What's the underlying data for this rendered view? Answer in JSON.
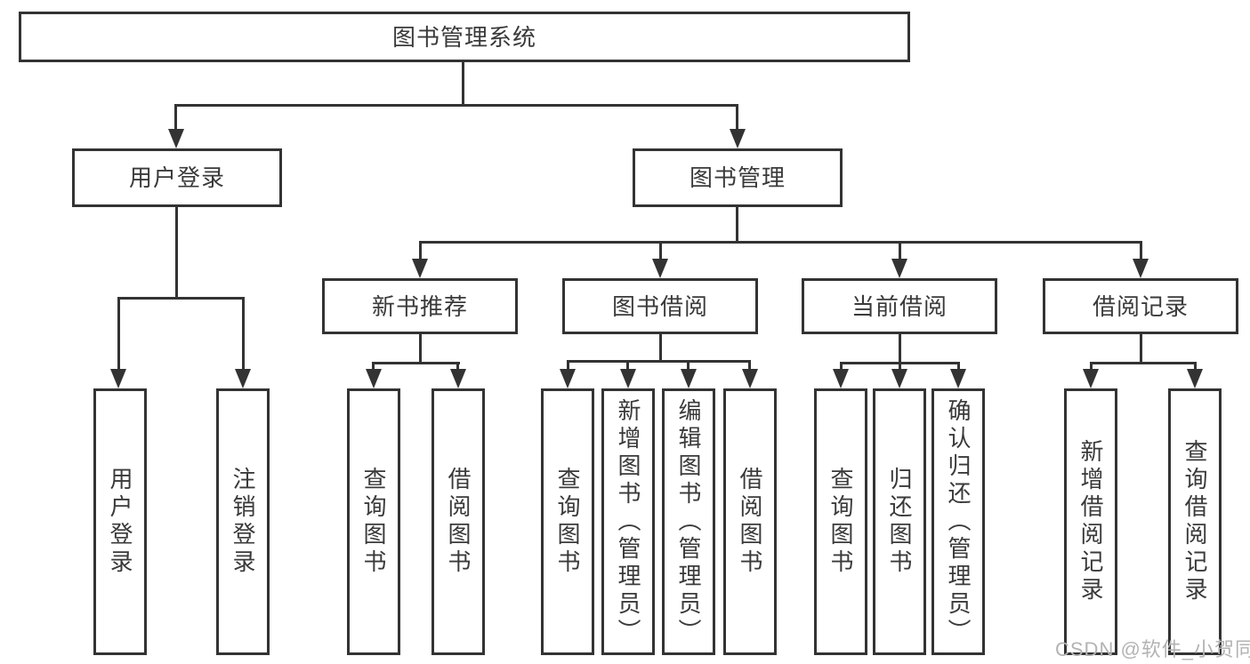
{
  "diagram": {
    "root": {
      "label": "图书管理系统"
    },
    "branches": [
      {
        "label": "用户登录",
        "children": [
          "用户登录",
          "注销登录"
        ]
      },
      {
        "label": "图书管理",
        "children": [
          {
            "label": "新书推荐",
            "children": [
              "查询图书",
              "借阅图书"
            ]
          },
          {
            "label": "图书借阅",
            "children": [
              "查询图书",
              "新增图书（管理员）",
              "编辑图书（管理员）",
              "借阅图书"
            ]
          },
          {
            "label": "当前借阅",
            "children": [
              "查询图书",
              "归还图书",
              "确认归还（管理员）"
            ]
          },
          {
            "label": "借阅记录",
            "children": [
              "新增借阅记录",
              "查询借阅记录"
            ]
          }
        ]
      }
    ],
    "watermark": "CSDN @软件_小贺同学"
  },
  "colors": {
    "line": "#333333",
    "text": "#3a3a3a",
    "watermark": "#b3b3b3"
  }
}
